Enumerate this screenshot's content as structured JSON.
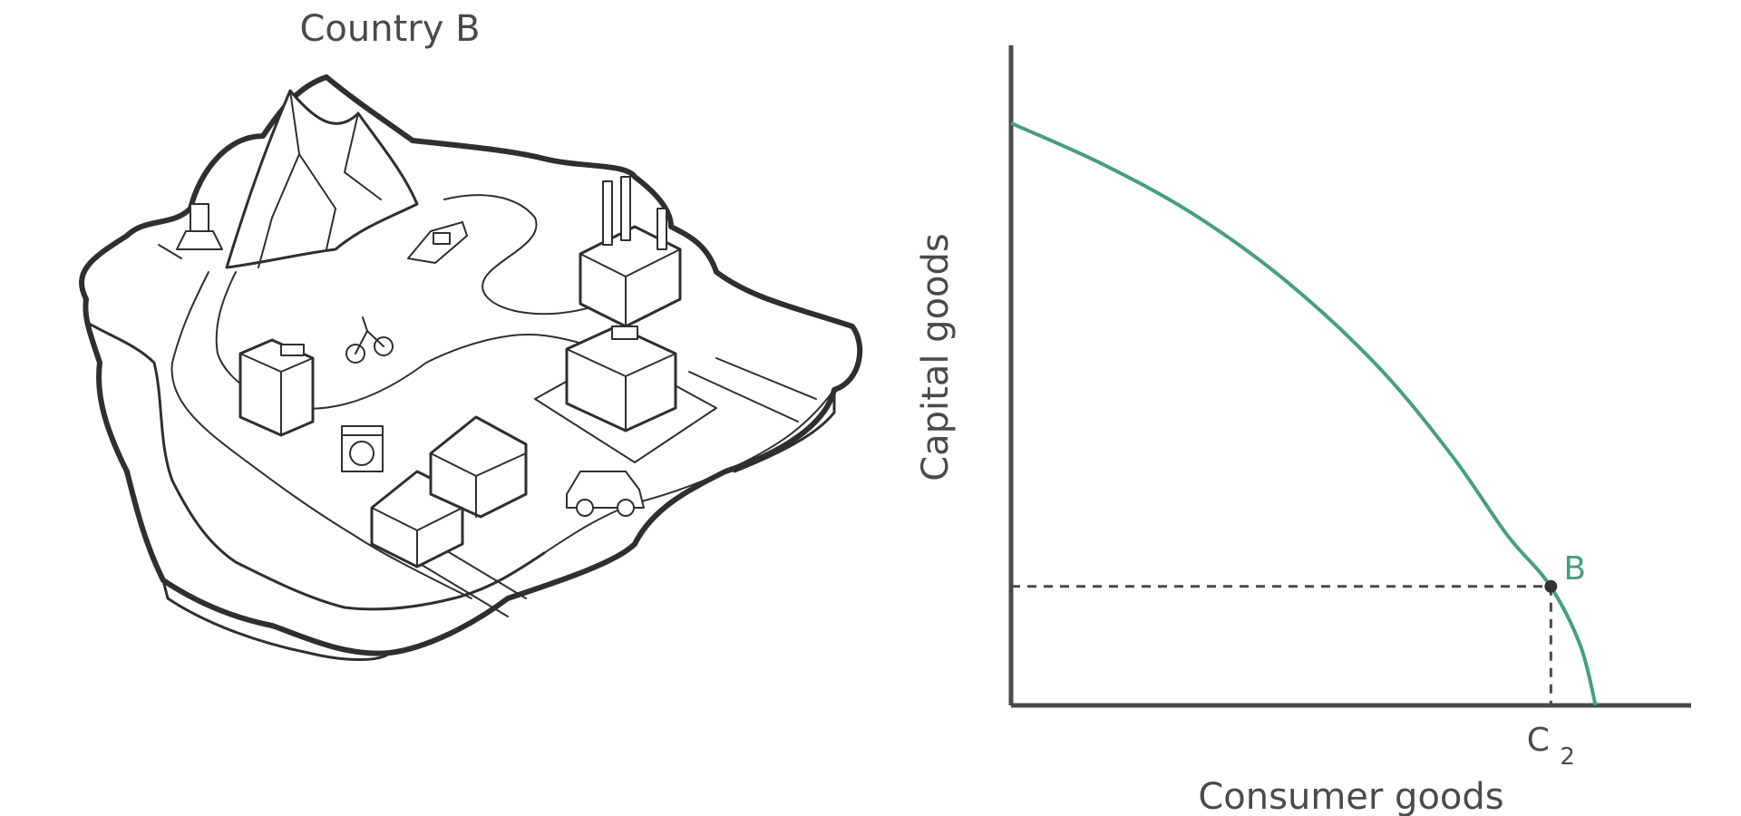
{
  "illustration": {
    "title": "Country B"
  },
  "chart_data": {
    "type": "line",
    "xlabel": "Consumer goods",
    "ylabel": "Capital goods",
    "title": "",
    "xlim": [
      0,
      10
    ],
    "ylim": [
      0,
      10
    ],
    "curve_color": "#4a9e80",
    "axis_color": "#4a4a4a",
    "series": [
      {
        "values": [
          [
            0.0,
            9.2
          ],
          [
            1.5,
            8.55
          ],
          [
            3.0,
            7.75
          ],
          [
            4.5,
            6.7
          ],
          [
            6.0,
            5.35
          ],
          [
            7.2,
            3.95
          ],
          [
            8.1,
            2.7
          ],
          [
            8.8,
            1.9
          ],
          [
            9.3,
            0.95
          ],
          [
            9.55,
            0.0
          ]
        ]
      }
    ],
    "point": {
      "label": "B",
      "x": 8.82,
      "y": 1.88
    },
    "x_marker": {
      "label_main": "C",
      "label_sub": "2"
    }
  }
}
